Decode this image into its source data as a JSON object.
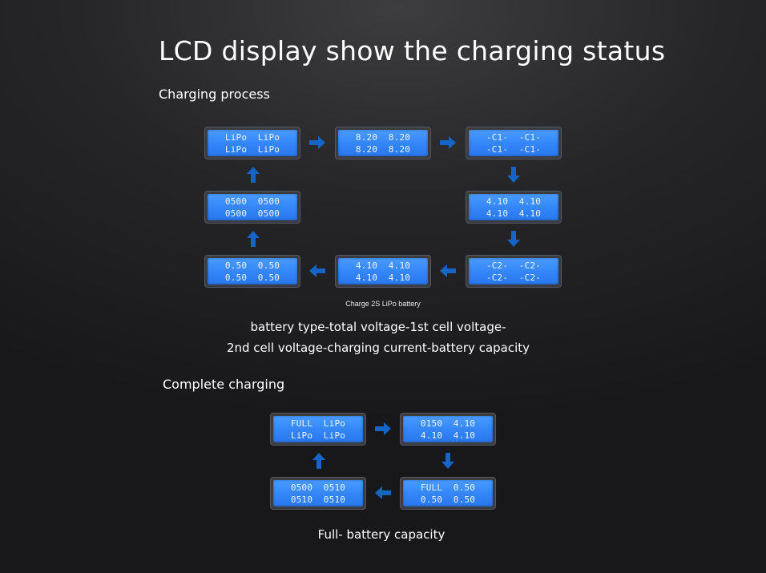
{
  "title": "LCD display show the charging status",
  "charging_process": {
    "heading": "Charging process",
    "displays": [
      {
        "line1": "LiPo  LiPo",
        "line2": "LiPo  LiPo"
      },
      {
        "line1": "8.20  8.20",
        "line2": "8.20  8.20"
      },
      {
        "line1": "-C1-  -C1-",
        "line2": "-C1-  -C1-"
      },
      {
        "line1": "4.10  4.10",
        "line2": "4.10  4.10"
      },
      {
        "line1": "-C2-  -C2-",
        "line2": "-C2-  -C2-"
      },
      {
        "line1": "4.10  4.10",
        "line2": "4.10  4.10"
      },
      {
        "line1": "0.50  0.50",
        "line2": "0.50  0.50"
      },
      {
        "line1": "0500  0500",
        "line2": "0500  0500"
      }
    ],
    "caption": "Charge 2S LiPo battery",
    "description_line1": "battery type-total voltage-1st cell voltage-",
    "description_line2": "2nd cell voltage-charging current-battery capacity"
  },
  "complete_charging": {
    "heading": "Complete charging",
    "displays": [
      {
        "line1": "FULL  LiPo",
        "line2": "LiPo  LiPo"
      },
      {
        "line1": "0150  4.10",
        "line2": "4.10  4.10"
      },
      {
        "line1": "FULL  0.50",
        "line2": "0.50  0.50"
      },
      {
        "line1": "0500  0510",
        "line2": "0510  0510"
      }
    ],
    "description": "Full- battery capacity"
  },
  "colors": {
    "background": "#262628",
    "lcd_screen": "#3a8cfa",
    "arrow": "#1565c8",
    "text": "#ffffff"
  }
}
